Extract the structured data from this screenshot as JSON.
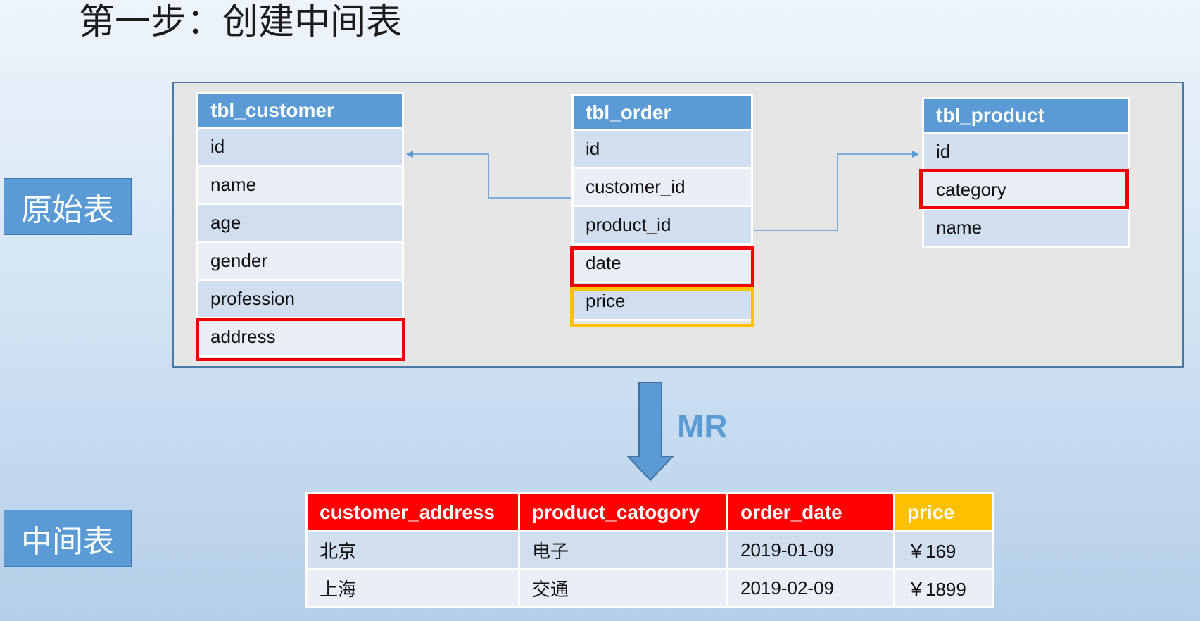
{
  "title": "第一步：创建中间表",
  "labels": {
    "source": "原始表",
    "intermediate": "中间表"
  },
  "tables": {
    "customer": {
      "name": "tbl_customer",
      "fields": [
        "id",
        "name",
        "age",
        "gender",
        "profession",
        "address"
      ]
    },
    "order": {
      "name": "tbl_order",
      "fields": [
        "id",
        "customer_id",
        "product_id",
        "date",
        "price"
      ]
    },
    "product": {
      "name": "tbl_product",
      "fields": [
        "id",
        "category",
        "name"
      ]
    }
  },
  "mr_label": "MR",
  "result_table": {
    "headers": [
      "customer_address",
      "product_catogory",
      "order_date",
      "price"
    ],
    "rows": [
      [
        "北京",
        "电子",
        "2019-01-09",
        "￥169"
      ],
      [
        "上海",
        "交通",
        "2019-02-09",
        "￥1899"
      ]
    ]
  },
  "colors": {
    "header_blue": "#5b9bd5",
    "row_dark": "#d0deef",
    "row_light": "#e9eef7",
    "highlight_red": "#ee0000",
    "highlight_gold": "#ffc000"
  }
}
